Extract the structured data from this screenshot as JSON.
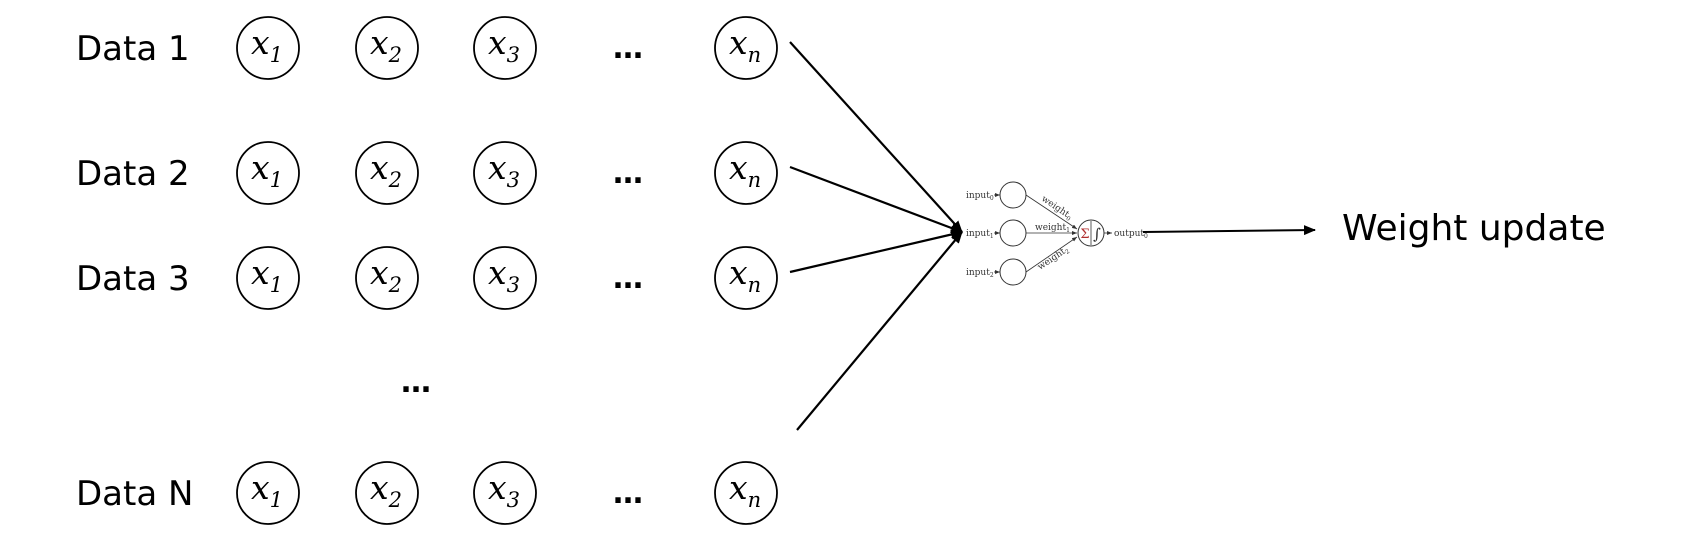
{
  "rows": [
    {
      "label": "Data 1",
      "variables": [
        {
          "sym": "x",
          "sub": "1"
        },
        {
          "sym": "x",
          "sub": "2"
        },
        {
          "sym": "x",
          "sub": "3"
        },
        {
          "sym": "x",
          "sub": "n"
        }
      ],
      "ellipsis": "…"
    },
    {
      "label": "Data 2",
      "variables": [
        {
          "sym": "x",
          "sub": "1"
        },
        {
          "sym": "x",
          "sub": "2"
        },
        {
          "sym": "x",
          "sub": "3"
        },
        {
          "sym": "x",
          "sub": "n"
        }
      ],
      "ellipsis": "…"
    },
    {
      "label": "Data 3",
      "variables": [
        {
          "sym": "x",
          "sub": "1"
        },
        {
          "sym": "x",
          "sub": "2"
        },
        {
          "sym": "x",
          "sub": "3"
        },
        {
          "sym": "x",
          "sub": "n"
        }
      ],
      "ellipsis": "…"
    },
    {
      "label": "Data N",
      "variables": [
        {
          "sym": "x",
          "sub": "1"
        },
        {
          "sym": "x",
          "sub": "2"
        },
        {
          "sym": "x",
          "sub": "3"
        },
        {
          "sym": "x",
          "sub": "n"
        }
      ],
      "ellipsis": "…"
    }
  ],
  "rows_gap_ellipsis": "…",
  "perceptron": {
    "inputs": [
      {
        "label": "input",
        "sub": "0"
      },
      {
        "label": "input",
        "sub": "1"
      },
      {
        "label": "input",
        "sub": "2"
      }
    ],
    "weights": [
      {
        "label": "weight",
        "sub": "0"
      },
      {
        "label": "weight",
        "sub": "1"
      },
      {
        "label": "weight",
        "sub": "2"
      }
    ],
    "sum_symbol": "Σ",
    "activation_symbol": "∫",
    "output": {
      "label": "output",
      "sub": "0"
    }
  },
  "output_label": "Weight update",
  "colors": {
    "line": "#000000",
    "sum_symbol": "#b03030"
  }
}
